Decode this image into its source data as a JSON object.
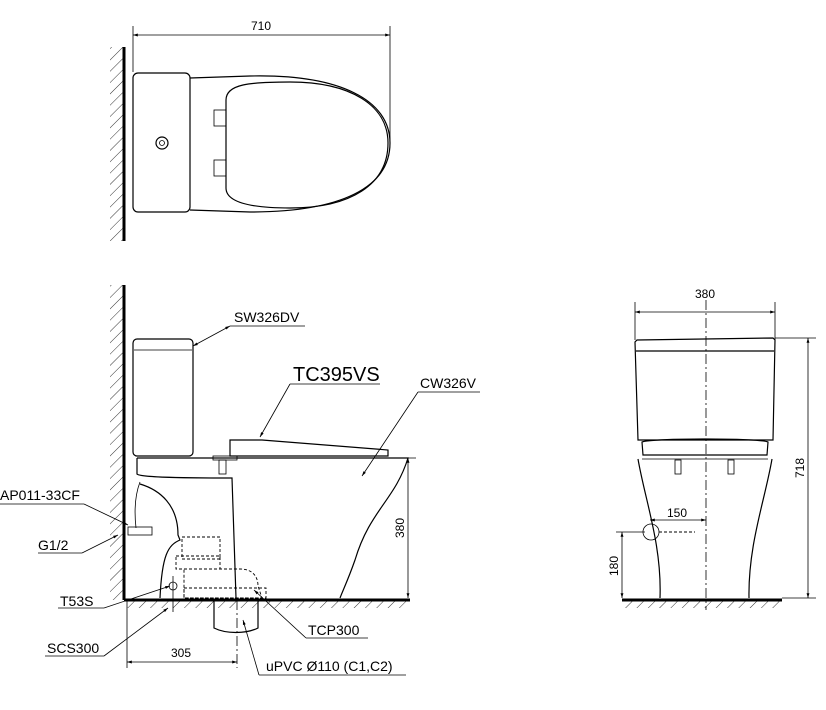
{
  "top_view": {
    "dim_length": "710"
  },
  "side_view": {
    "labels": {
      "cistern": "SW326DV",
      "seat": "TC395VS",
      "bowl": "CW326V",
      "angle_valve": "AP011-33CF",
      "thread": "G1/2",
      "hose": "T53S",
      "fixing": "SCS300",
      "flange": "TCP300",
      "pipe": "uPVC Ø110 (C1,C2)"
    },
    "dim_height": "380",
    "dim_rough_in": "305"
  },
  "front_view": {
    "dim_width": "380",
    "dim_total_height": "718",
    "dim_inlet_height": "180",
    "dim_inlet_offset": "150"
  }
}
